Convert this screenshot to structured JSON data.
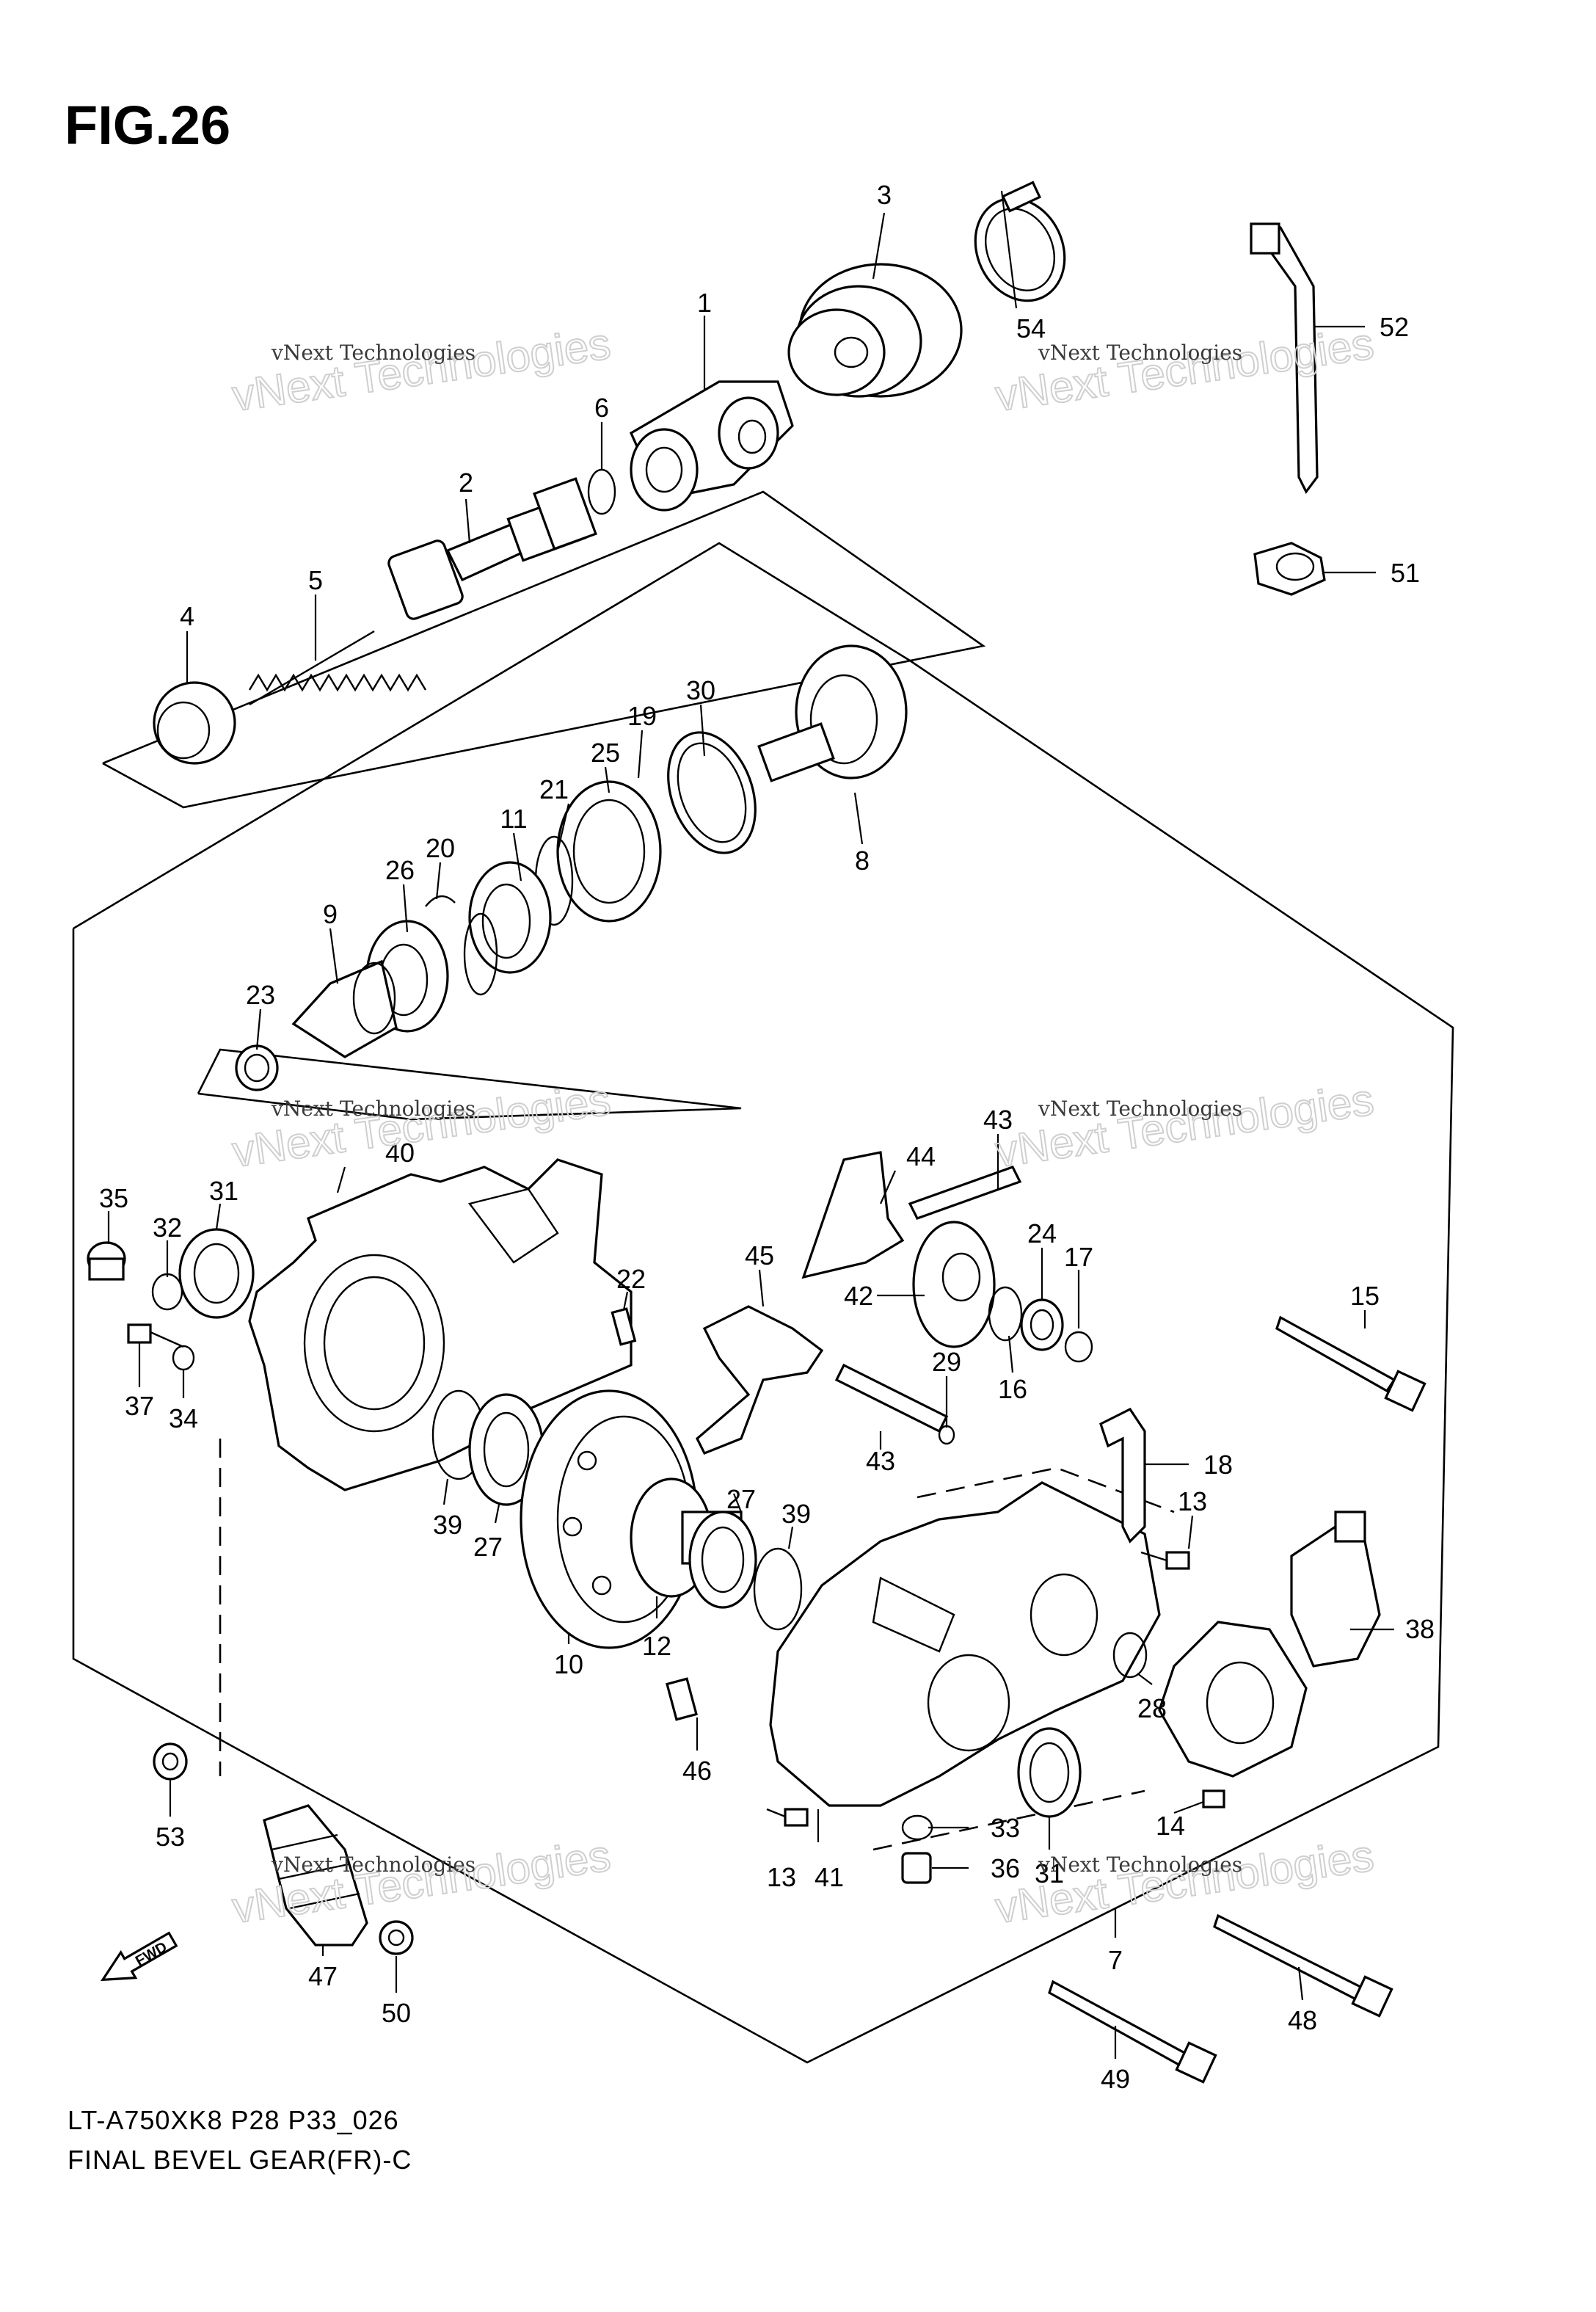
{
  "header": {
    "figure_label": "FIG.26"
  },
  "footer": {
    "model_code": "LT-A750XK8 P28 P33_026",
    "section_title": "FINAL BEVEL GEAR(FR)-C"
  },
  "watermarks": {
    "brand_small": "vNext Technologies",
    "brand_large": "vNext Technologies"
  },
  "fwd_badge": {
    "label": "FWD"
  },
  "callouts": [
    "1",
    "2",
    "3",
    "4",
    "5",
    "6",
    "7",
    "8",
    "9",
    "10",
    "11",
    "12",
    "13",
    "13",
    "13",
    "14",
    "15",
    "16",
    "17",
    "18",
    "19",
    "20",
    "21",
    "22",
    "23",
    "24",
    "25",
    "26",
    "27",
    "27",
    "28",
    "29",
    "30",
    "31",
    "31",
    "31",
    "32",
    "33",
    "34",
    "35",
    "36",
    "37",
    "38",
    "39",
    "39",
    "40",
    "41",
    "42",
    "43",
    "43",
    "44",
    "45",
    "46",
    "47",
    "48",
    "49",
    "50",
    "51",
    "52",
    "53",
    "54"
  ]
}
